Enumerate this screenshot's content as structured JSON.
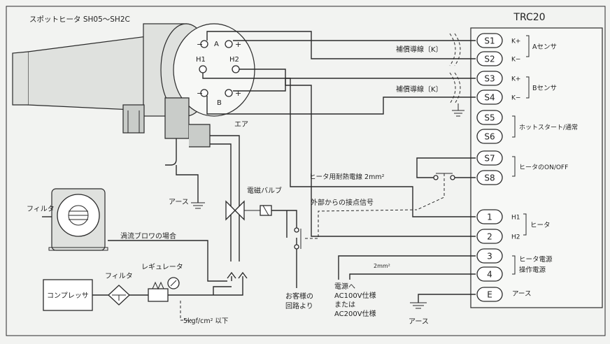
{
  "labels": {
    "heater_title": "スポットヒータ SH05～SH2C",
    "controller": "TRC20",
    "comp_wire_1": "補償導線〔K〕",
    "comp_wire_2": "補償導線〔K〕",
    "heat_wire": "ヒータ用耐熱電線 2mm²",
    "ext_signal": "外部からの接点信号",
    "air": "エア",
    "solenoid": "電磁バルブ",
    "earth_left": "アース",
    "earth_bottom": "アース",
    "filter_top": "フィルタ",
    "blower_case": "渦流ブロワの場合",
    "filter_bottom": "フィルタ",
    "regulator": "レギュレータ",
    "compressor": "コンプレッサ",
    "pressure": "5kgf/cm² 以下",
    "customer_1": "お客様の",
    "customer_2": "回路より",
    "power_to": "電源へ",
    "ac100": "AC100V仕様",
    "or": "または",
    "ac200": "AC200V仕様",
    "wire_2mm": "2mm²",
    "port_a": "A",
    "port_b": "B",
    "port_h1": "H1",
    "port_h2": "H2",
    "plus": "+",
    "minus": "−"
  },
  "terminals": [
    {
      "id": "S1",
      "desc": "K+"
    },
    {
      "id": "S2",
      "desc": "K−"
    },
    {
      "id": "S3",
      "desc": "K+"
    },
    {
      "id": "S4",
      "desc": "K−"
    },
    {
      "id": "S5",
      "desc": ""
    },
    {
      "id": "S6",
      "desc": ""
    },
    {
      "id": "S7",
      "desc": ""
    },
    {
      "id": "S8",
      "desc": ""
    },
    {
      "id": "1",
      "desc": "H1"
    },
    {
      "id": "2",
      "desc": "H2"
    },
    {
      "id": "3",
      "desc": ""
    },
    {
      "id": "4",
      "desc": ""
    },
    {
      "id": "E",
      "desc": ""
    }
  ],
  "groups": {
    "a_sensor": "Aセンサ",
    "b_sensor": "Bセンサ",
    "hot_start": "ホットスタート/通常",
    "heater_onoff": "ヒータのON/OFF",
    "heater": "ヒータ",
    "power_1": "ヒータ電源",
    "power_2": "操作電源",
    "earth": "アース"
  }
}
